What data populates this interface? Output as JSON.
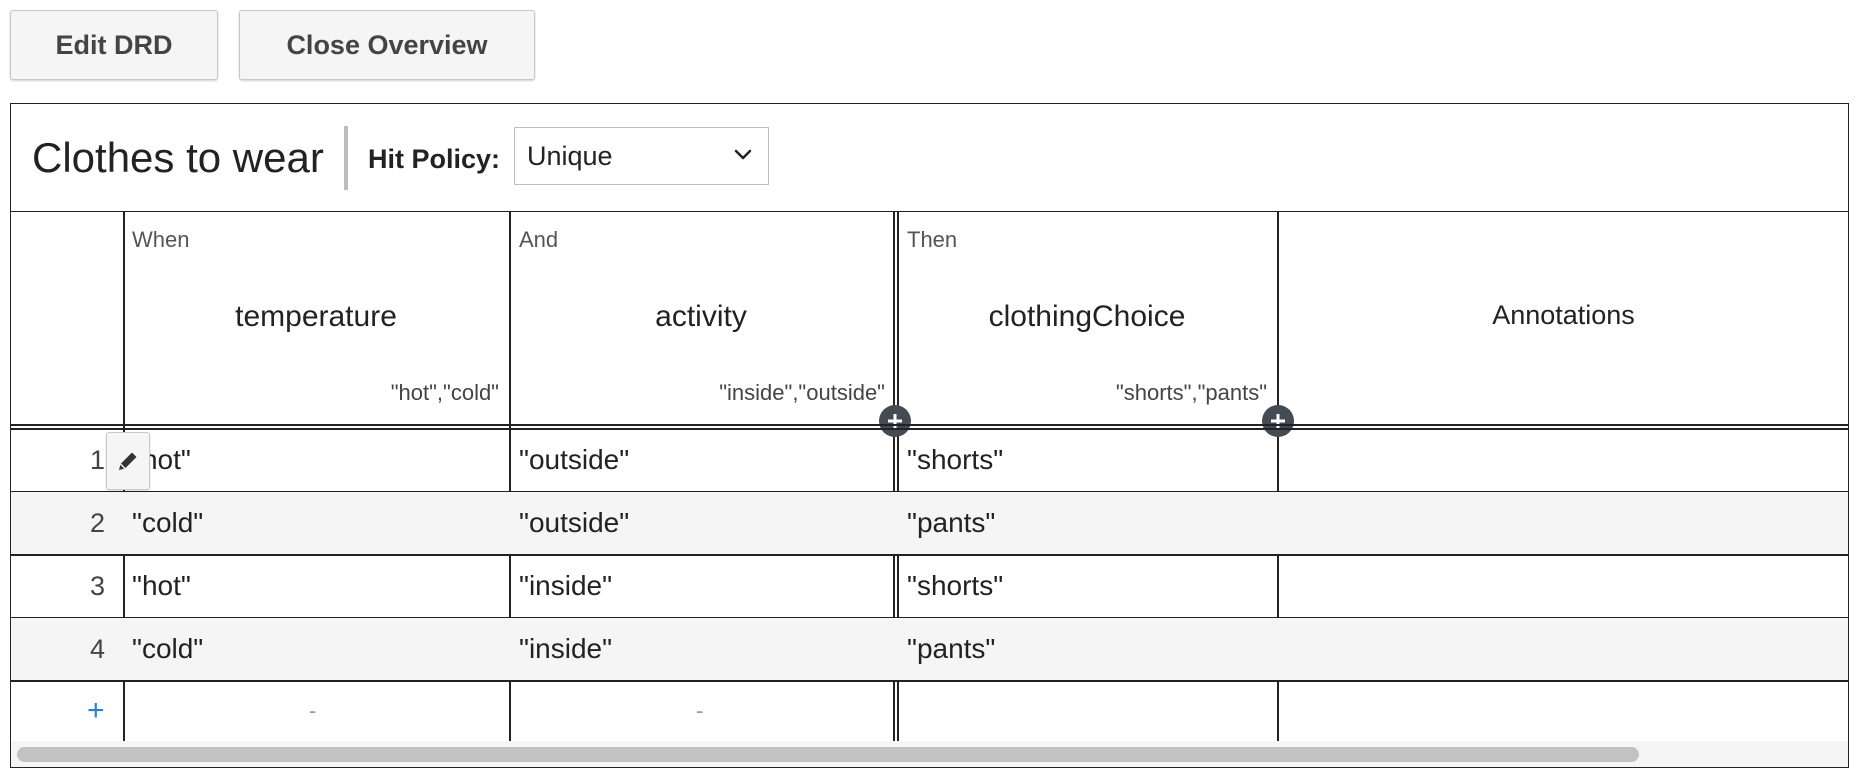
{
  "toolbar": {
    "edit_drd_label": "Edit DRD",
    "close_overview_label": "Close Overview"
  },
  "table": {
    "name": "Clothes to wear",
    "hit_policy_label": "Hit Policy:",
    "hit_policy_value": "Unique"
  },
  "columns": {
    "input1": {
      "sub": "When",
      "title": "temperature",
      "values": "\"hot\",\"cold\""
    },
    "input2": {
      "sub": "And",
      "title": "activity",
      "values": "\"inside\",\"outside\""
    },
    "output1": {
      "sub": "Then",
      "title": "clothingChoice",
      "values": "\"shorts\",\"pants\""
    },
    "annotations": {
      "title": "Annotations"
    }
  },
  "rules": [
    {
      "num": "1",
      "temperature": "\"hot\"",
      "activity": "\"outside\"",
      "clothingChoice": "\"shorts\"",
      "annotation": ""
    },
    {
      "num": "2",
      "temperature": "\"cold\"",
      "activity": "\"outside\"",
      "clothingChoice": "\"pants\"",
      "annotation": ""
    },
    {
      "num": "3",
      "temperature": "\"hot\"",
      "activity": "\"inside\"",
      "clothingChoice": "\"shorts\"",
      "annotation": ""
    },
    {
      "num": "4",
      "temperature": "\"cold\"",
      "activity": "\"inside\"",
      "clothingChoice": "\"pants\"",
      "annotation": ""
    }
  ],
  "add_row": {
    "plus": "+",
    "dash": "-"
  },
  "colors": {
    "accent": "#2a7fd6",
    "border": "#222222",
    "row_alt": "#f5f5f5"
  }
}
